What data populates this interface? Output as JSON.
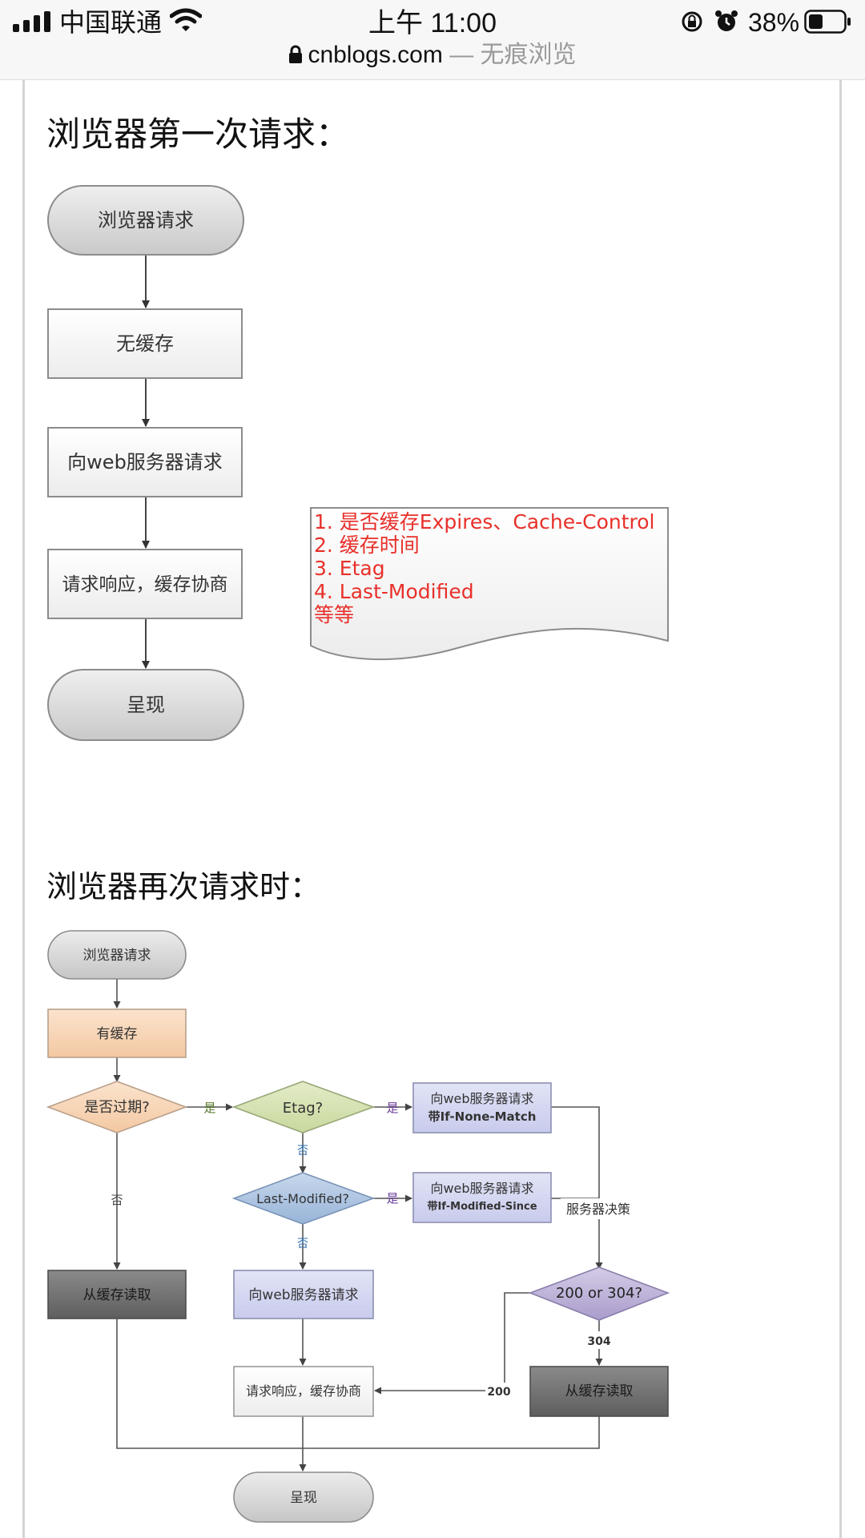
{
  "status_bar": {
    "carrier": "中国联通",
    "time": "上午 11:00",
    "battery": "38%",
    "icons": [
      "signal-icon",
      "wifi-icon",
      "rotation-lock-icon",
      "alarm-icon",
      "battery-icon"
    ]
  },
  "address_bar": {
    "domain": "cnblogs.com",
    "mode": "— 无痕浏览",
    "icon": "lock-icon"
  },
  "article": {
    "section1_title": "浏览器第一次请求：",
    "section2_title": "浏览器再次请求时："
  },
  "diagram1": {
    "start": "浏览器请求",
    "no_cache": "无缓存",
    "request_server": "向web服务器请求",
    "response": "请求响应，缓存协商",
    "end": "呈现",
    "note_lines": [
      "1. 是否缓存Expires、Cache-Control",
      "2. 缓存时间",
      "3. Etag",
      "4. Last-Modified",
      "等等"
    ],
    "note_color": "#e8302a"
  },
  "diagram2": {
    "start": "浏览器请求",
    "has_cache": "有缓存",
    "expired_q": "是否过期?",
    "yes_1": "是",
    "etag_q": "Etag?",
    "yes_2": "是",
    "req_etag_line1": "向web服务器请求",
    "req_etag_line2": "带If-None-Match",
    "no_1": "否",
    "lastmod_q": "Last-Modified?",
    "yes_3": "是",
    "req_lm_line1": "向web服务器请求",
    "req_lm_line2": "带If-Modified-Since",
    "no_2": "否",
    "server_decide": "服务器决策",
    "no_3": "否",
    "read_cache_left": "从缓存读取",
    "req_server": "向web服务器请求",
    "code_q": "200 or 304?",
    "label_304": "304",
    "label_200": "200",
    "response": "请求响应，缓存协商",
    "read_cache_right": "从缓存读取",
    "end": "呈现"
  }
}
